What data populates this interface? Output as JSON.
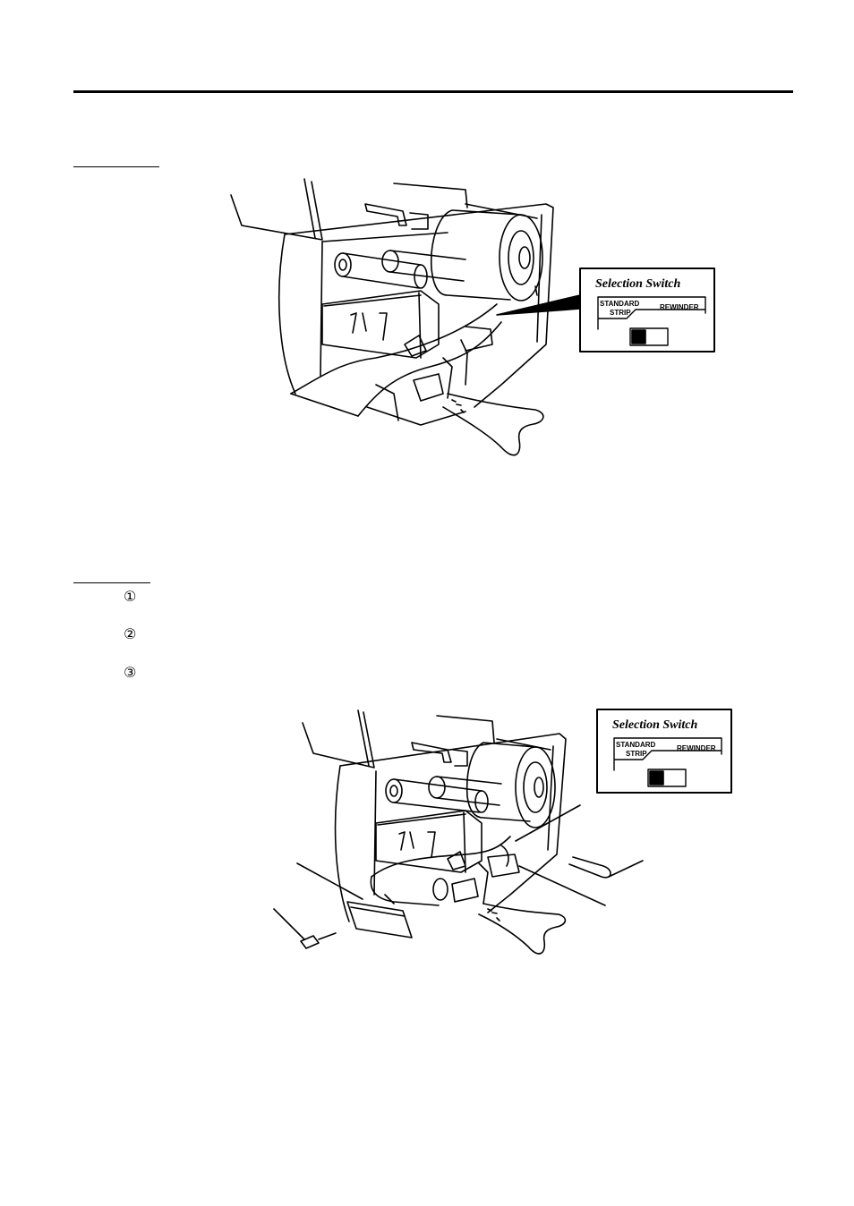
{
  "steps": [
    {
      "marker": "①"
    },
    {
      "marker": "②"
    },
    {
      "marker": "③"
    }
  ],
  "figure1": {
    "switch_title": "Selection Switch",
    "left_label_line1": "STANDARD",
    "left_label_line2": "STRIP",
    "right_label": "REWINDER"
  },
  "figure2": {
    "switch_title": "Selection Switch",
    "left_label_line1": "STANDARD",
    "left_label_line2": "STRIP",
    "right_label": "REWINDER"
  }
}
